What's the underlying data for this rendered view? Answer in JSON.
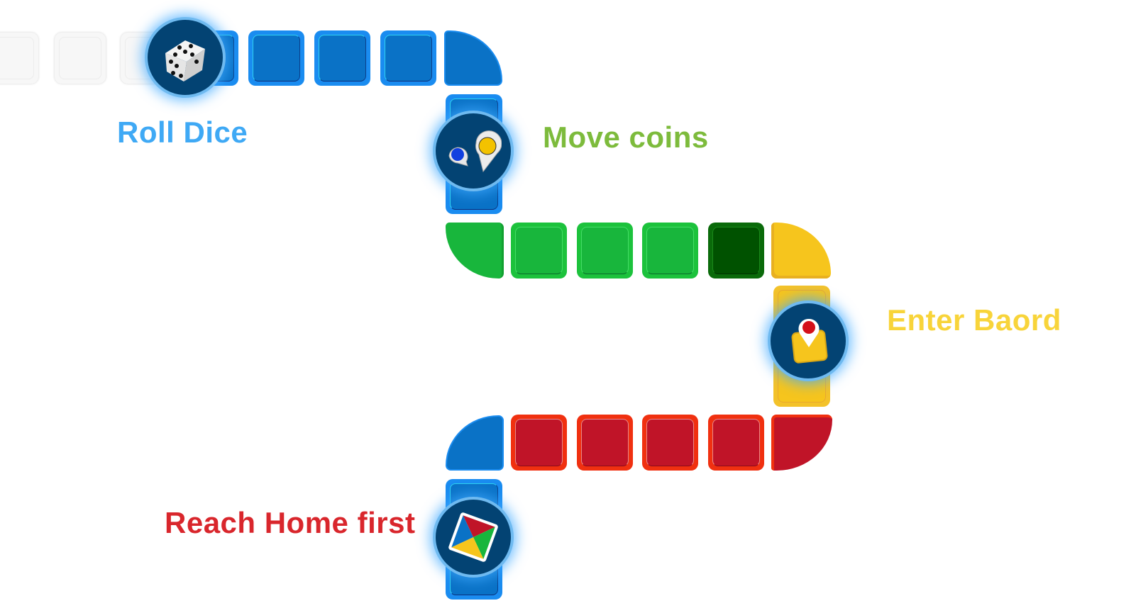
{
  "steps": [
    {
      "label": "Roll Dice",
      "color": "#3fa9f5",
      "icon": "dice-icon"
    },
    {
      "label": "Move coins",
      "color": "#7dbb3c",
      "icon": "map-pins-icon"
    },
    {
      "label": "Enter Baord",
      "color": "#f8d43a",
      "icon": "board-pin-icon"
    },
    {
      "label": "Reach Home first",
      "color": "#d9262c",
      "icon": "ludo-home-icon"
    }
  ],
  "colors": {
    "blue": "#0a72c6",
    "green": "#18b63c",
    "dark_green": "#005200",
    "yellow": "#f6c51d",
    "red": "#c01428",
    "grey": "#f7f7f7",
    "badge": "#034373"
  }
}
